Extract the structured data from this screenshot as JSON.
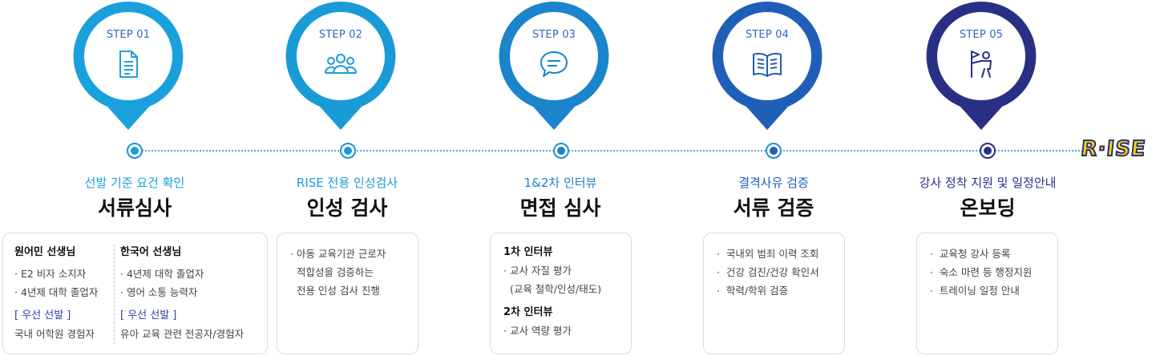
{
  "steps": [
    {
      "step": "STEP 01",
      "icon": "document-icon",
      "color": "#1aa0dd",
      "subtitle": "선발 기준 요건 확인",
      "title": "서류심사",
      "card": {
        "left_heading": "원어민 선생님",
        "left_items": [
          "· E2 비자 소지자",
          "· 4년제 대학 졸업자"
        ],
        "left_priority_label": "[ 우선 선발 ]",
        "left_priority_text": "국내 어학원 경험자",
        "right_heading": "한국어 선생님",
        "right_items": [
          "· 4년제 대학 졸업자",
          "· 영어 소통 능력자"
        ],
        "right_priority_label": "[ 우선 선발 ]",
        "right_priority_text": "유아 교육 관련 전공자/경험자"
      }
    },
    {
      "step": "STEP 02",
      "icon": "people-group-icon",
      "color": "#1a9bd8",
      "subtitle": "RISE 전용 인성검사",
      "title": "인성 검사",
      "card": {
        "lines": [
          "· 아동 교육기관 근로자",
          "  적합성을 검증하는",
          "  전용 인성 검사 진행"
        ]
      }
    },
    {
      "step": "STEP 03",
      "icon": "chat-bubble-icon",
      "color": "#1b84cc",
      "subtitle": "1&2차 인터뷰",
      "title": "면접 심사",
      "card": {
        "heading1": "1차 인터뷰",
        "items1": [
          "· 교사 자질 평가",
          "  (교육 철학/인성/태도)"
        ],
        "heading2": "2차 인터뷰",
        "items2": [
          "· 교사 역량 평가"
        ]
      }
    },
    {
      "step": "STEP 04",
      "icon": "open-book-icon",
      "color": "#1f5fb8",
      "subtitle": "결격사유 검증",
      "title": "서류 검증",
      "card": {
        "lines": [
          "·  국내외 범죄 이력 조회",
          "·  건강 검진/건강 확인서",
          "·  학력/학위 검증"
        ]
      }
    },
    {
      "step": "STEP 05",
      "icon": "person-flag-icon",
      "color": "#2a2f86",
      "subtitle": "강사 정착 지원 및 일정안내",
      "title": "온보딩",
      "card": {
        "lines": [
          "·  교육청 강사 등록",
          "·  숙소 마련 등 행정지원",
          "·  트레이닝 일정 안내"
        ]
      }
    }
  ],
  "logo": {
    "text": "R·ISE"
  }
}
